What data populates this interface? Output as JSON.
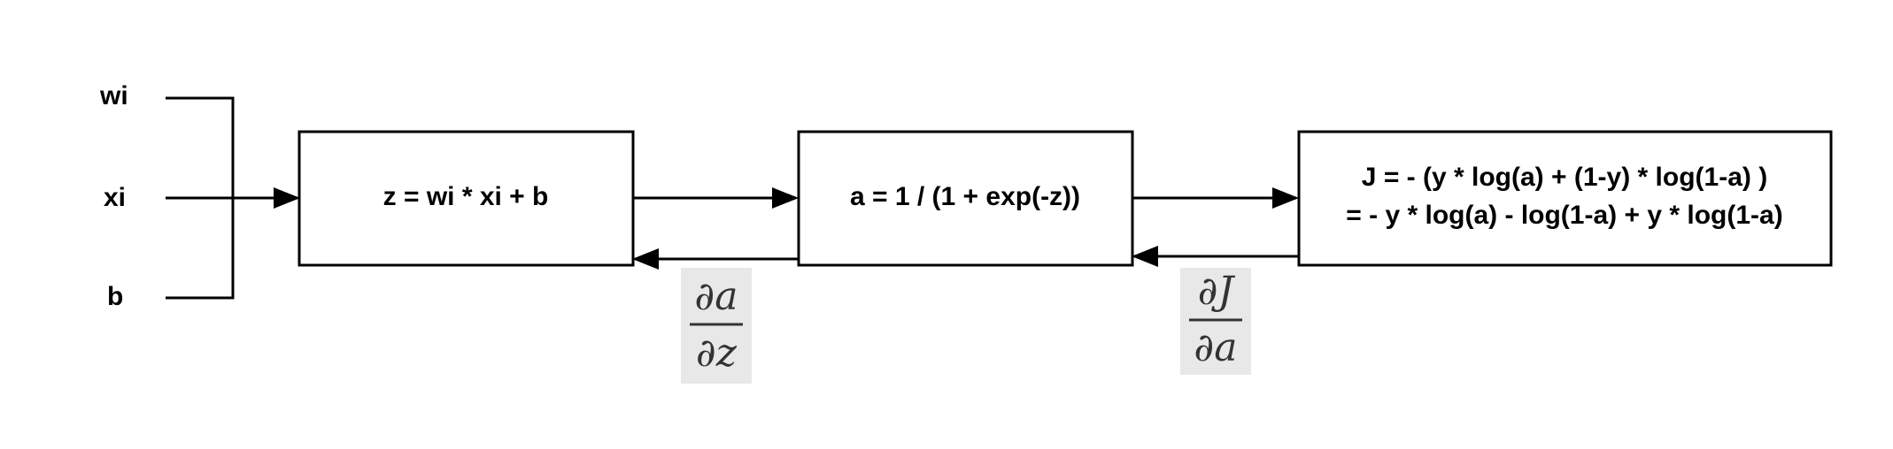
{
  "inputs": {
    "w": "wi",
    "x": "xi",
    "b": "b"
  },
  "boxes": {
    "linear": "z = wi * xi + b",
    "sigmoid": "a = 1 / (1 + exp(-z))",
    "loss_line1": "J = - (y * log(a) + (1-y) * log(1-a) )",
    "loss_line2": "= - y * log(a) - log(1-a) + y * log(1-a)"
  },
  "gradients": {
    "da_dz": {
      "numerator": "∂a",
      "denominator": "∂z"
    },
    "dJ_da": {
      "numerator": "∂J",
      "denominator": "∂a"
    }
  },
  "colors": {
    "stroke": "#000000",
    "math_background": "#e8e8e8"
  }
}
